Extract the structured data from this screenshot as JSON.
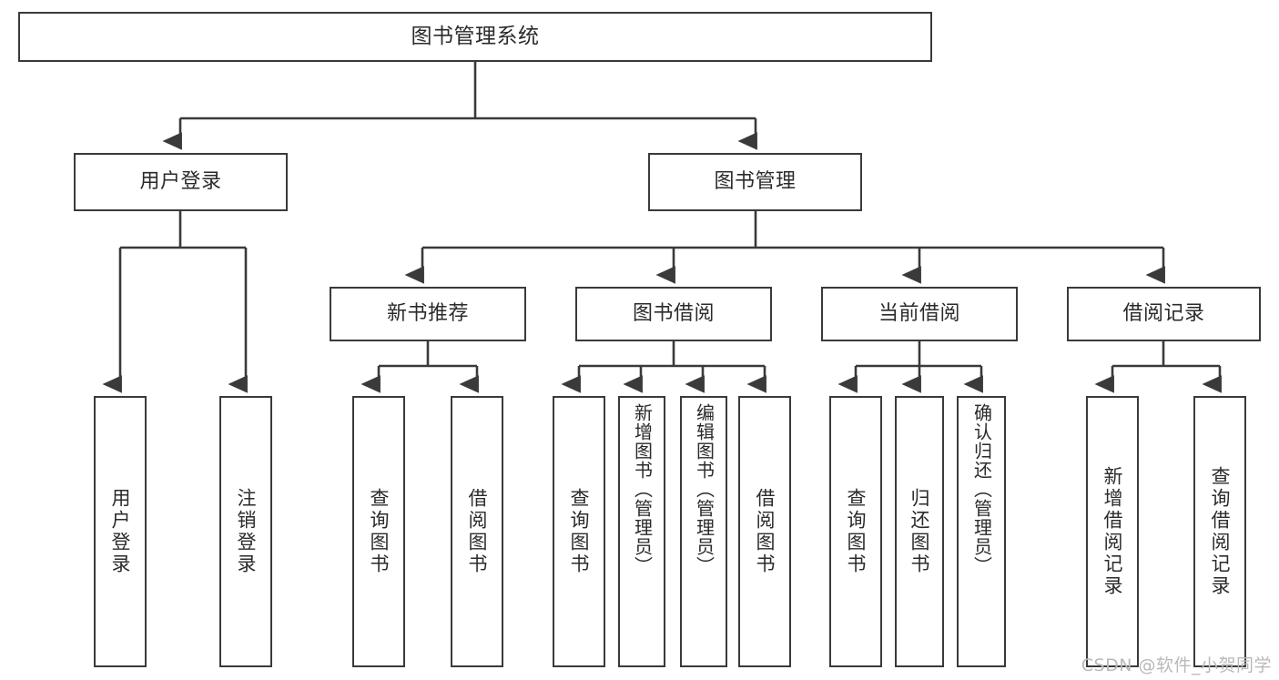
{
  "diagram": {
    "type": "tree",
    "title": "图书管理系统",
    "watermark": "CSDN @软件_小贺同学",
    "colors": {
      "box_border": "#3a3a3a",
      "box_fill": "#ffffff",
      "edge": "#3a3a3a",
      "text": "#2b2b2b",
      "watermark": "#b9b9b9",
      "background": "#ffffff"
    },
    "nodes": {
      "root": {
        "label": "图书管理系统"
      },
      "level2": [
        {
          "id": "user-login",
          "label": "用户登录"
        },
        {
          "id": "book-manage",
          "label": "图书管理"
        }
      ],
      "level3": [
        {
          "id": "new-book-rec",
          "label": "新书推荐"
        },
        {
          "id": "book-borrow",
          "label": "图书借阅"
        },
        {
          "id": "current-borrow",
          "label": "当前借阅"
        },
        {
          "id": "borrow-record",
          "label": "借阅记录"
        }
      ],
      "leaves": {
        "user-login": [
          {
            "id": "leaf-user-login",
            "label": "用户登录"
          },
          {
            "id": "leaf-user-logout",
            "label": "注销登录"
          }
        ],
        "new-book-rec": [
          {
            "id": "leaf-query-book-1",
            "label": "查询图书"
          },
          {
            "id": "leaf-borrow-book-1",
            "label": "借阅图书"
          }
        ],
        "book-borrow": [
          {
            "id": "leaf-query-book-2",
            "label": "查询图书"
          },
          {
            "id": "leaf-add-book",
            "label": "新增图书（管理员）"
          },
          {
            "id": "leaf-edit-book",
            "label": "编辑图书（管理员）"
          },
          {
            "id": "leaf-borrow-book-2",
            "label": "借阅图书"
          }
        ],
        "current-borrow": [
          {
            "id": "leaf-query-book-3",
            "label": "查询图书"
          },
          {
            "id": "leaf-return-book",
            "label": "归还图书"
          },
          {
            "id": "leaf-confirm-return",
            "label": "确认归还（管理员）"
          }
        ],
        "borrow-record": [
          {
            "id": "leaf-add-record",
            "label": "新增借阅记录"
          },
          {
            "id": "leaf-query-record",
            "label": "查询借阅记录"
          }
        ]
      }
    }
  }
}
